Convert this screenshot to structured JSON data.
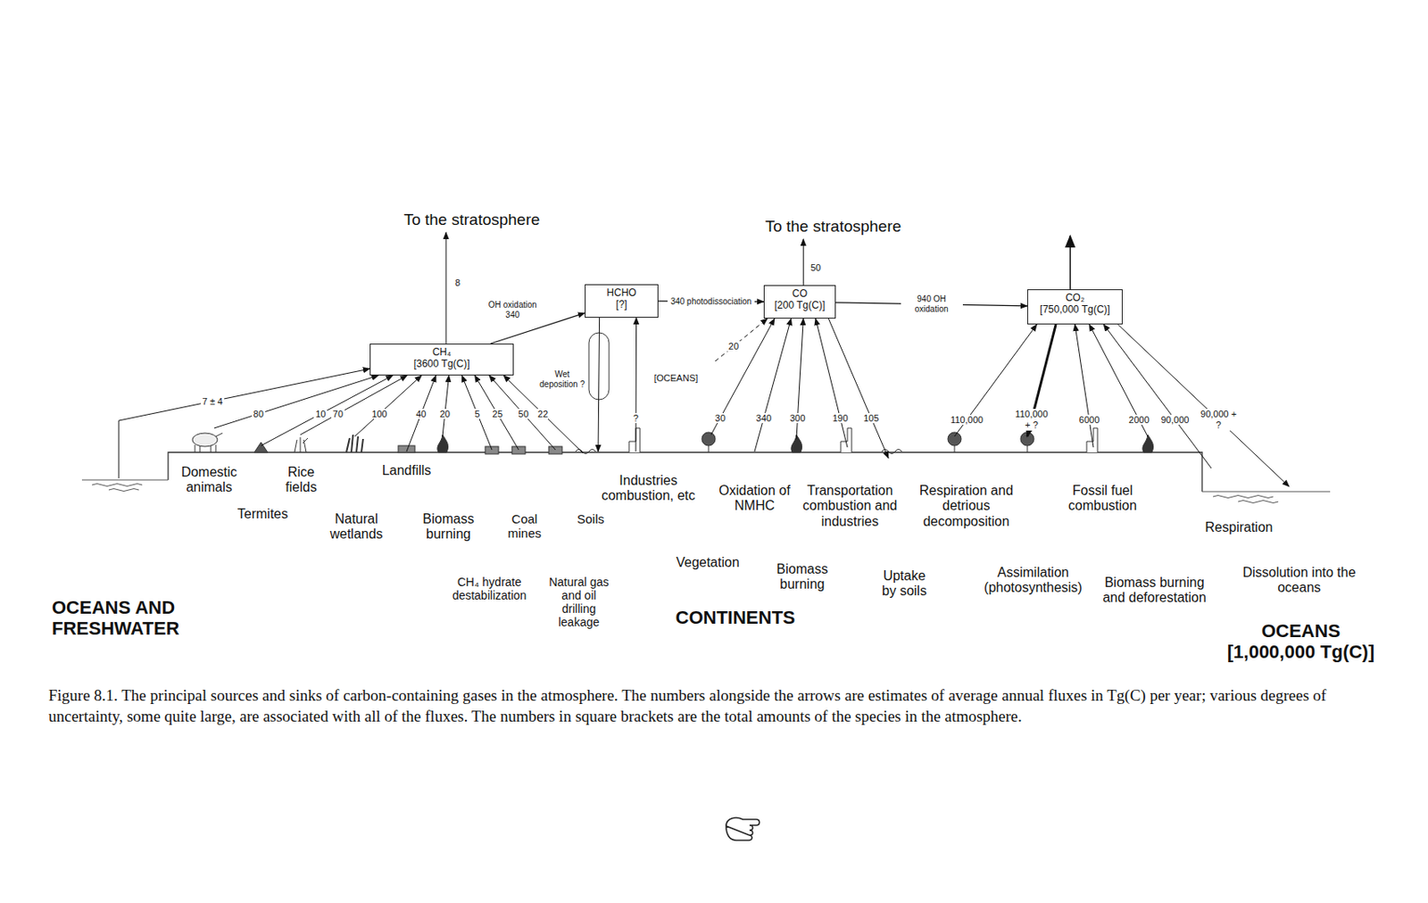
{
  "diagram": {
    "caption": "Figure 8.1. The principal sources and sinks of carbon-containing gases in the atmosphere. The numbers alongside the arrows are estimates of average annual fluxes in Tg(C) per year; various degrees of uncertainty, some quite large, are associated with all of the fluxes. The numbers in square brackets are the total amounts of the species in the atmosphere.",
    "nodes": [
      {
        "text": [
          "CH₄",
          "[3600 Tg(C)]"
        ]
      },
      {
        "text": [
          "HCHO",
          "[?]"
        ]
      },
      {
        "text": [
          "CO",
          "[200 Tg(C)]"
        ]
      },
      {
        "text": [
          "CO₂",
          "[750,000 Tg(C)]"
        ]
      }
    ],
    "edges": [
      {
        "from": 0,
        "to": 1,
        "arrow": "to",
        "label": "OH oxidation 340"
      },
      {
        "from": 1,
        "to": 2,
        "arrow": "to",
        "label": "340 photodissociation"
      },
      {
        "from": 2,
        "to": 3,
        "arrow": "to",
        "label": "940 OH oxidation"
      }
    ],
    "labels": [
      "To the stratosphere",
      "8",
      "Wet deposition ?",
      "?",
      "[OCEANS]",
      "20",
      "To the stratosphere",
      "50",
      "7 ± 4",
      "80",
      "10",
      "70",
      "100",
      "40",
      "20",
      "5",
      "25",
      "50",
      "22",
      "30",
      "340",
      "300",
      "190",
      "105",
      "110,000",
      "110,000 + ?",
      "6000",
      "2000",
      "90,000",
      "90,000 + ?",
      "Domestic animals",
      "Termites",
      "Rice fields",
      "Natural wetlands",
      "Landfills",
      "Biomass burning",
      "CH₄ hydrate destabilization",
      "Coal mines",
      "Natural gas and oil drilling leakage",
      "Soils",
      "Industries combustion, etc",
      "Oxidation of NMHC",
      "Vegetation",
      "Transportation combustion and industries",
      "Biomass burning",
      "Uptake by soils",
      "Respiration and detrious decomposition",
      "Assimilation (photosynthesis)",
      "Fossil fuel combustion",
      "Biomass burning and deforestation",
      "Respiration",
      "Dissolution into the oceans",
      "OCEANS AND FRESHWATER",
      "CONTINENTS",
      "OCEANS [1,000,000 Tg(C)]"
    ]
  }
}
